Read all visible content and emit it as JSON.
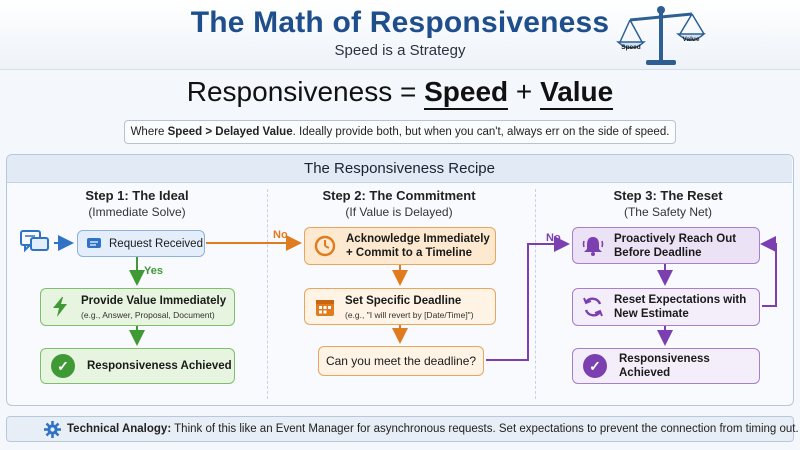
{
  "header": {
    "title": "The Math of Responsiveness",
    "subtitle": "Speed is a Strategy",
    "scale_left_label": "Speed",
    "scale_right_label": "Value"
  },
  "equation": {
    "lhs": "Responsiveness =",
    "term1": "Speed",
    "op": "+",
    "term2": "Value"
  },
  "note": {
    "prefix": "Where ",
    "bold": "Speed > Delayed Value",
    "rest": ". Ideally provide both, but when you can't, always err on the side of speed."
  },
  "recipe": {
    "title": "The Responsiveness Recipe",
    "step1": {
      "title": "Step 1: The Ideal",
      "subtitle": "(Immediate Solve)",
      "request": "Request Received",
      "yes_label": "Yes",
      "provide": "Provide Value Immediately",
      "provide_sub": "(e.g., Answer, Proposal, Document)",
      "achieved": "Responsiveness Achieved"
    },
    "step2": {
      "title": "Step 2: The Commitment",
      "subtitle": "(If Value is Delayed)",
      "no_label": "No",
      "acknowledge_l1": "Acknowledge Immediately",
      "acknowledge_l2": "+ Commit to a Timeline",
      "deadline": "Set Specific Deadline",
      "deadline_sub": "(e.g., \"I will revert by [Date/Time]\")",
      "question": "Can you meet the deadline?"
    },
    "step3": {
      "title": "Step 3: The Reset",
      "subtitle": "(The Safety Net)",
      "no_label": "No",
      "reach_l1": "Proactively Reach Out",
      "reach_l2": "Before Deadline",
      "reset_l1": "Reset Expectations with",
      "reset_l2": "New Estimate",
      "achieved": "Responsiveness Achieved"
    }
  },
  "footer": {
    "bold": "Technical Analogy:",
    "text": " Think of this like an Event Manager for asynchronous requests. Set expectations to prevent the connection from timing out."
  },
  "colors": {
    "title_blue": "#1f4e8c",
    "green": "#3f9a35",
    "orange": "#e07b1f",
    "purple": "#7b3fb0",
    "blue": "#2f73c6"
  },
  "icons": [
    "scale-icon",
    "chat-icon",
    "message-icon",
    "lightning-icon",
    "check-circle-icon",
    "clock-icon",
    "calendar-icon",
    "bell-icon",
    "refresh-icon",
    "gear-icon"
  ]
}
